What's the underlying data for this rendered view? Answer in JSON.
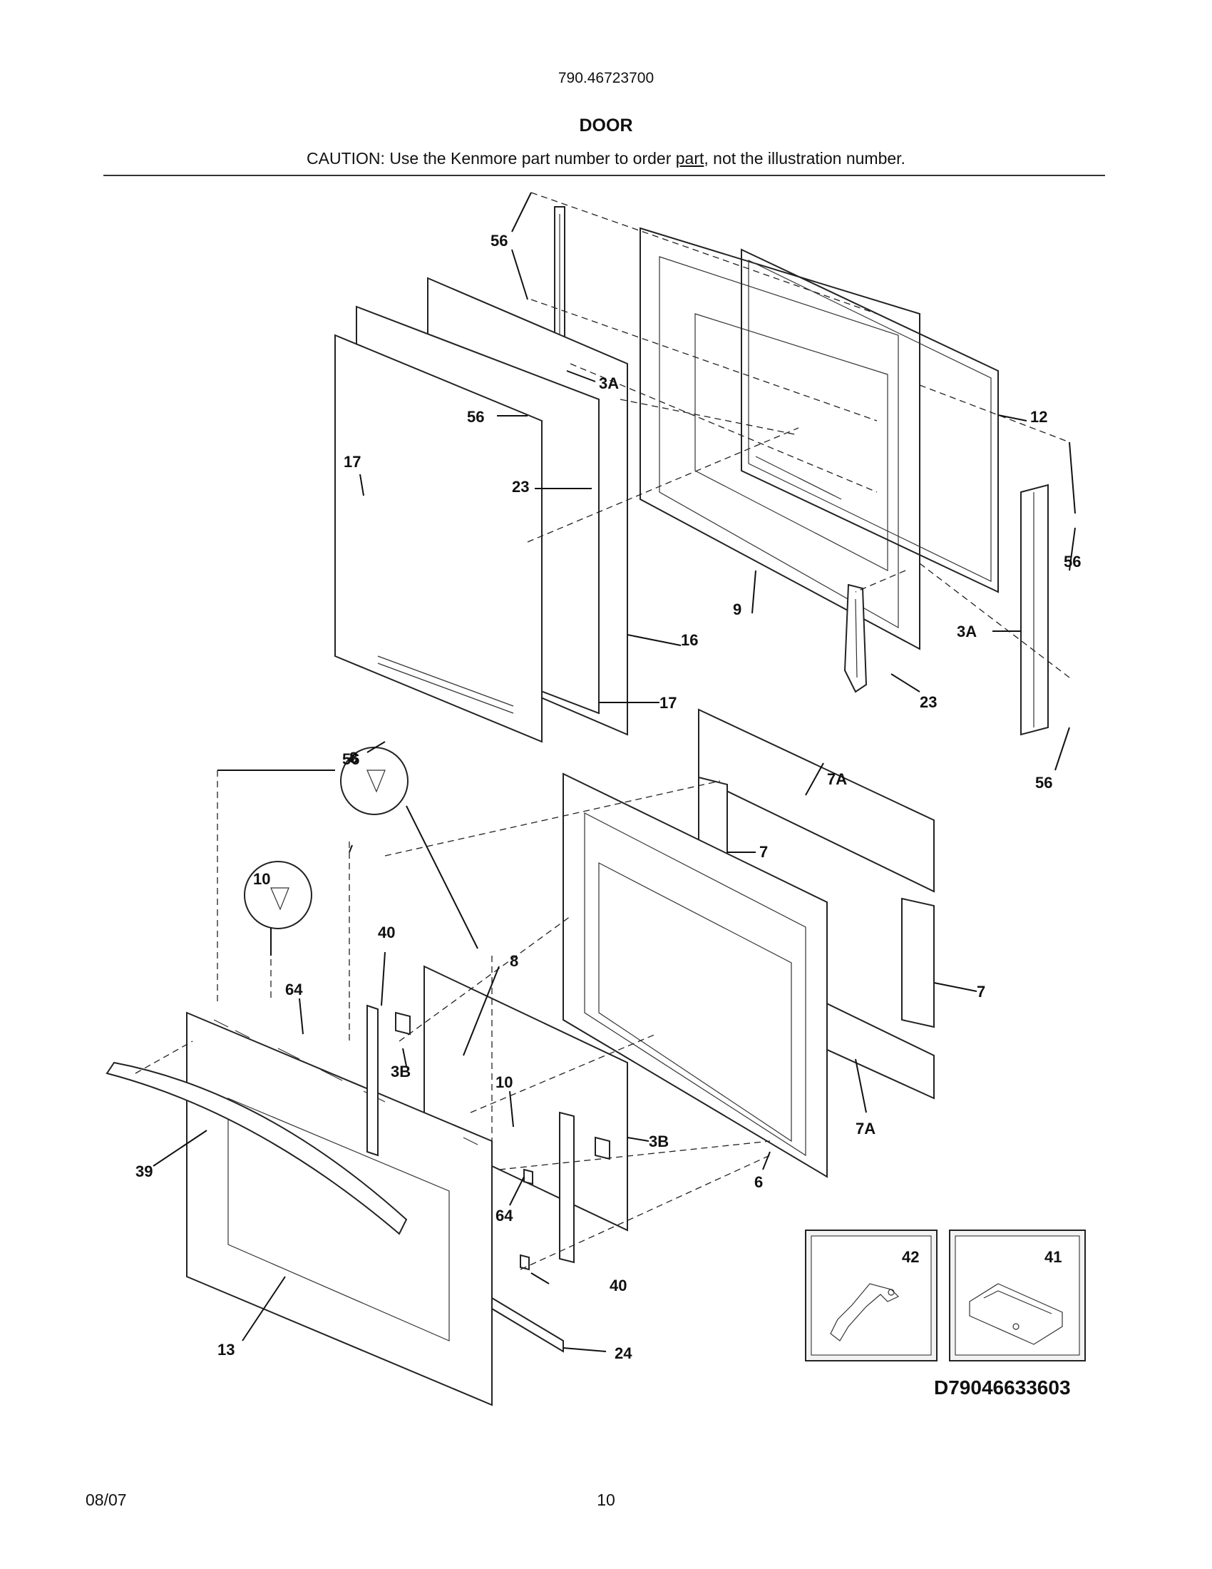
{
  "header": {
    "model_number": "790.46723700",
    "section_title": "DOOR",
    "caution_prefix": "CAUTION: Use the Kenmore part number to order ",
    "caution_link": "part",
    "caution_suffix": ", not the illustration number."
  },
  "callouts": [
    "56",
    "3A",
    "56",
    "23",
    "12",
    "17",
    "16",
    "17",
    "8",
    "9",
    "56",
    "3A",
    "23",
    "56",
    "7A",
    "7",
    "7",
    "7A",
    "6",
    "56",
    "10",
    "40",
    "8",
    "64",
    "3B",
    "10",
    "3B",
    "39",
    "64",
    "40",
    "13",
    "24",
    "42",
    "41"
  ],
  "footer": {
    "diagram_id": "D79046633603",
    "date": "08/07",
    "page_number": "10"
  }
}
